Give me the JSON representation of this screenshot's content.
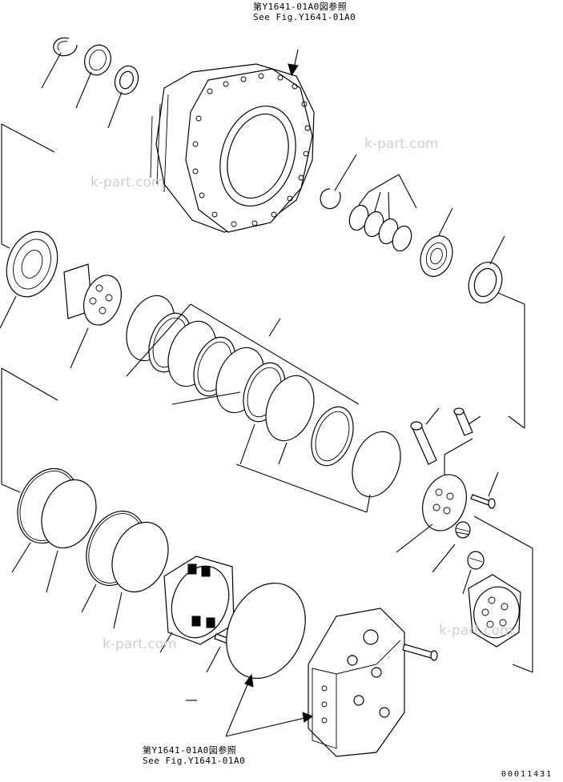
{
  "references": {
    "top": {
      "line1": "第Y1641-01A0図参照",
      "line2": "See Fig.Y1641-01A0"
    },
    "bottom": {
      "line1": "第Y1641-01A0図参照",
      "line2": "See Fig.Y1641-01A0"
    }
  },
  "watermarks": [
    "k-part.com",
    "k-part.com",
    "k-part.com",
    "k-part.com"
  ],
  "drawing_number": "00011431",
  "colors": {
    "line": "#000000",
    "watermark": "#cfcfcf",
    "background": "#ffffff"
  }
}
